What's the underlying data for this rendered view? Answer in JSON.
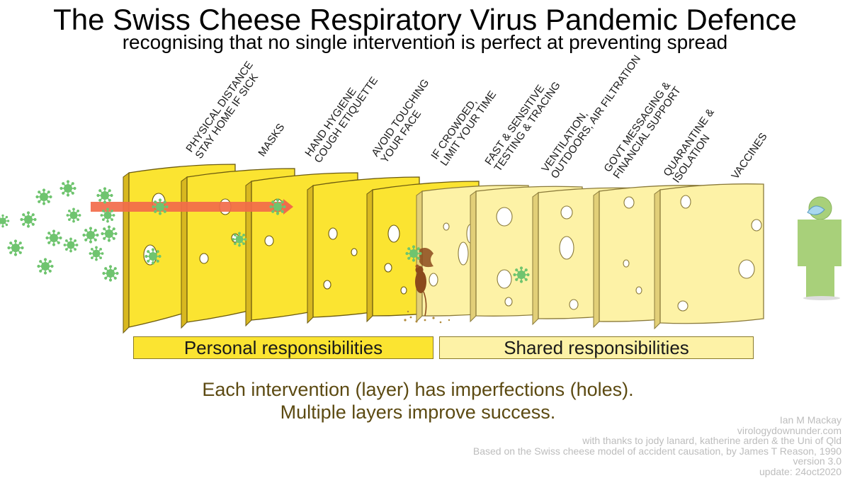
{
  "title": "The Swiss Cheese Respiratory Virus Pandemic Defence",
  "subtitle": "recognising that no single intervention is perfect at preventing spread",
  "layers": [
    {
      "line1": "PHYSICAL DISTANCE",
      "line2": "STAY HOME IF SICK",
      "group": "personal"
    },
    {
      "line1": "MASKS",
      "line2": "",
      "group": "personal"
    },
    {
      "line1": "HAND HYGIENE",
      "line2": "COUGH ETIQUETTE",
      "group": "personal"
    },
    {
      "line1": "AVOID TOUCHING",
      "line2": "YOUR FACE",
      "group": "personal"
    },
    {
      "line1": "IF CROWDED,",
      "line2": "LIMIT YOUR TIME",
      "group": "personal"
    },
    {
      "line1": "FAST & SENSITIVE",
      "line2": "TESTING & TRACING",
      "group": "shared"
    },
    {
      "line1": "VENTILATION,",
      "line2": "OUTDOORS, AIR FILTRATION",
      "group": "shared"
    },
    {
      "line1": "GOVT MESSAGING &",
      "line2": "FINANCIAL SUPPORT",
      "group": "shared"
    },
    {
      "line1": "QUARANTINE &",
      "line2": "ISOLATION",
      "group": "shared"
    },
    {
      "line1": "VACCINES",
      "line2": "",
      "group": "shared"
    }
  ],
  "bands": {
    "personal": "Personal responsibilities",
    "shared": "Shared responsibilities"
  },
  "message": {
    "line1": "Each intervention (layer) has imperfections (holes).",
    "line2": "Multiple layers improve success."
  },
  "credits": {
    "author": "Ian M Mackay",
    "site": "virologydownunder.com",
    "thanks": "with thanks to jody lanard, katherine arden & the Uni of Qld",
    "basis": "Based on the Swiss cheese model of accident causation, by James T Reason, 1990",
    "version": "version 3.0",
    "update": "update: 24oct2020"
  },
  "colors": {
    "personal_cheese": "#fbe431",
    "shared_cheese": "#fdf2a6",
    "virus": "#6fc46f",
    "arrow": "#f26b4a",
    "person": "#a8d07a",
    "message_text": "#5c4a12"
  },
  "icons": {
    "virus": "virus-icon",
    "mouse": "mouse-icon",
    "person": "person-icon",
    "arrow": "arrow-icon"
  }
}
